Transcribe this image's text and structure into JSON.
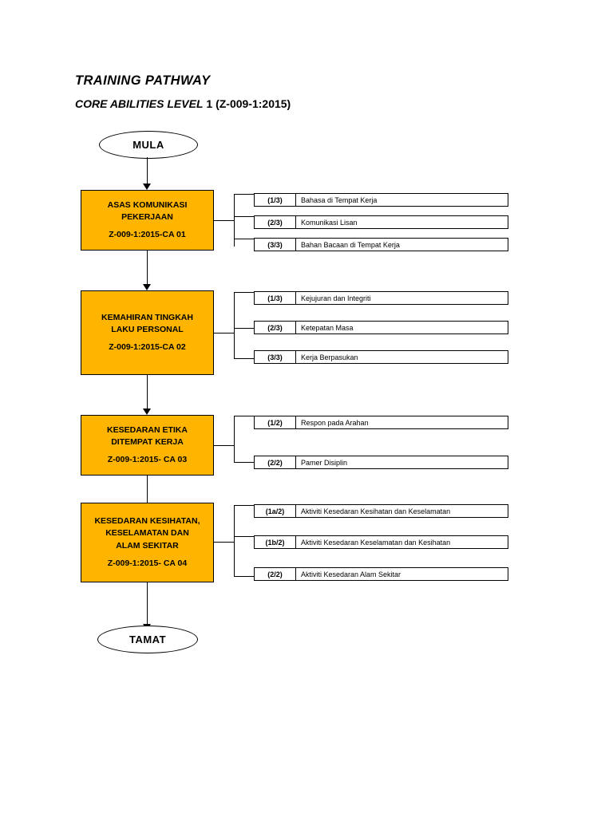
{
  "header": {
    "title": "TRAINING PATHWAY",
    "subtitle_italic": "CORE ABILITIES LEVEL",
    "subtitle_rest": " 1 (Z-009-1:2015)"
  },
  "flow": {
    "start_label": "MULA",
    "end_label": "TAMAT"
  },
  "modules": [
    {
      "name_lines": [
        "ASAS KOMUNIKASI",
        "PEKERJAAN"
      ],
      "code": "Z-009-1:2015-CA 01",
      "items": [
        {
          "num": "(1/3)",
          "text": "Bahasa di Tempat Kerja"
        },
        {
          "num": "(2/3)",
          "text": "Komunikasi Lisan"
        },
        {
          "num": "(3/3)",
          "text": "Bahan Bacaan di Tempat Kerja"
        }
      ]
    },
    {
      "name_lines": [
        "KEMAHIRAN TINGKAH",
        "LAKU PERSONAL"
      ],
      "code": "Z-009-1:2015-CA 02",
      "items": [
        {
          "num": "(1/3)",
          "text": "Kejujuran dan Integriti"
        },
        {
          "num": "(2/3)",
          "text": "Ketepatan Masa"
        },
        {
          "num": "(3/3)",
          "text": "Kerja Berpasukan"
        }
      ]
    },
    {
      "name_lines": [
        "KESEDARAN ETIKA",
        "DITEMPAT KERJA"
      ],
      "code": "Z-009-1:2015- CA 03",
      "items": [
        {
          "num": "(1/2)",
          "text": "Respon pada Arahan"
        },
        {
          "num": "(2/2)",
          "text": "Pamer Disiplin"
        }
      ]
    },
    {
      "name_lines": [
        "KESEDARAN KESIHATAN,",
        "KESELAMATAN DAN",
        "ALAM SEKITAR"
      ],
      "code": "Z-009-1:2015- CA 04",
      "items": [
        {
          "num": "(1a/2)",
          "text": "Aktiviti Kesedaran Kesihatan dan Keselamatan"
        },
        {
          "num": "(1b/2)",
          "text": "Aktiviti Kesedaran Keselamatan dan Kesihatan"
        },
        {
          "num": "(2/2)",
          "text": "Aktiviti Kesedaran Alam Sekitar"
        }
      ]
    }
  ],
  "colors": {
    "box_fill": "#FFB400",
    "line": "#000000",
    "page": "#FFFFFF"
  }
}
